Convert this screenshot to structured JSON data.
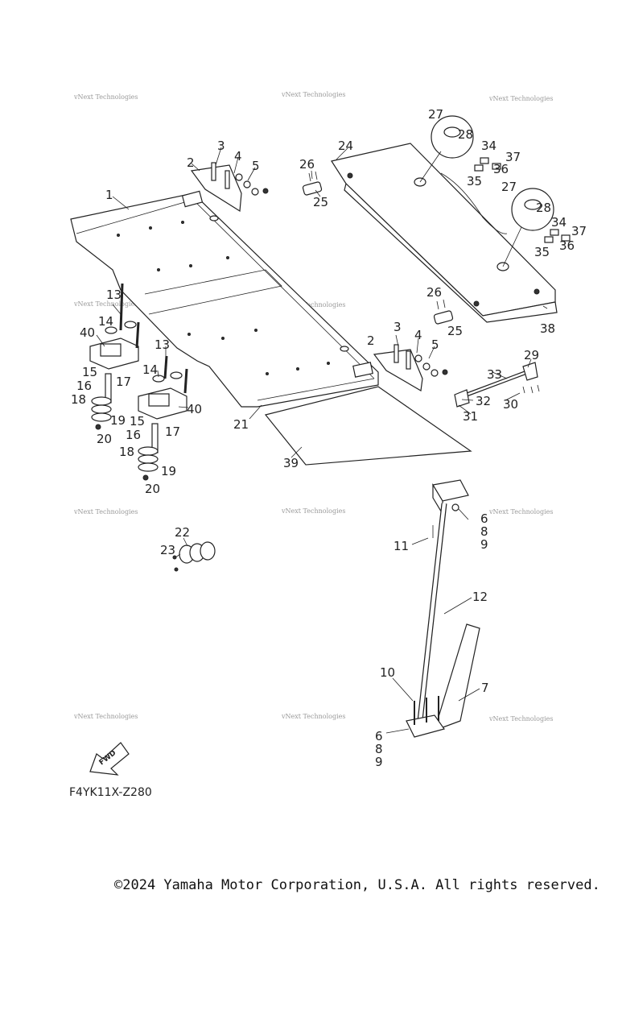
{
  "diagram": {
    "watermark": "vNext Technologies",
    "callouts": [
      "1",
      "2",
      "3",
      "4",
      "5",
      "2",
      "3",
      "4",
      "5",
      "6",
      "8",
      "9",
      "6",
      "8",
      "9",
      "7",
      "10",
      "11",
      "12",
      "13",
      "14",
      "13",
      "14",
      "15",
      "16",
      "17",
      "15",
      "16",
      "17",
      "18",
      "19",
      "20",
      "18",
      "19",
      "20",
      "21",
      "22",
      "23",
      "24",
      "25",
      "26",
      "25",
      "26",
      "27",
      "28",
      "27",
      "28",
      "29",
      "30",
      "31",
      "32",
      "33",
      "34",
      "35",
      "36",
      "37",
      "34",
      "35",
      "36",
      "37",
      "38",
      "39",
      "40",
      "40"
    ],
    "fwd_label": "FWD",
    "drawing_code": "F4YK11X-Z280"
  },
  "footer": {
    "copyright": "©2024 Yamaha Motor Corporation, U.S.A. All rights reserved."
  }
}
